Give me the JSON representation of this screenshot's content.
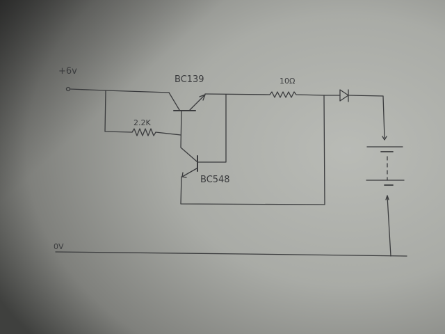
{
  "diagram": {
    "supply_label": "+6v",
    "ground_label": "0V",
    "transistor_top": "BC139",
    "transistor_bottom": "BC548",
    "base_resistor": "2.2K",
    "series_resistor": "10Ω"
  }
}
